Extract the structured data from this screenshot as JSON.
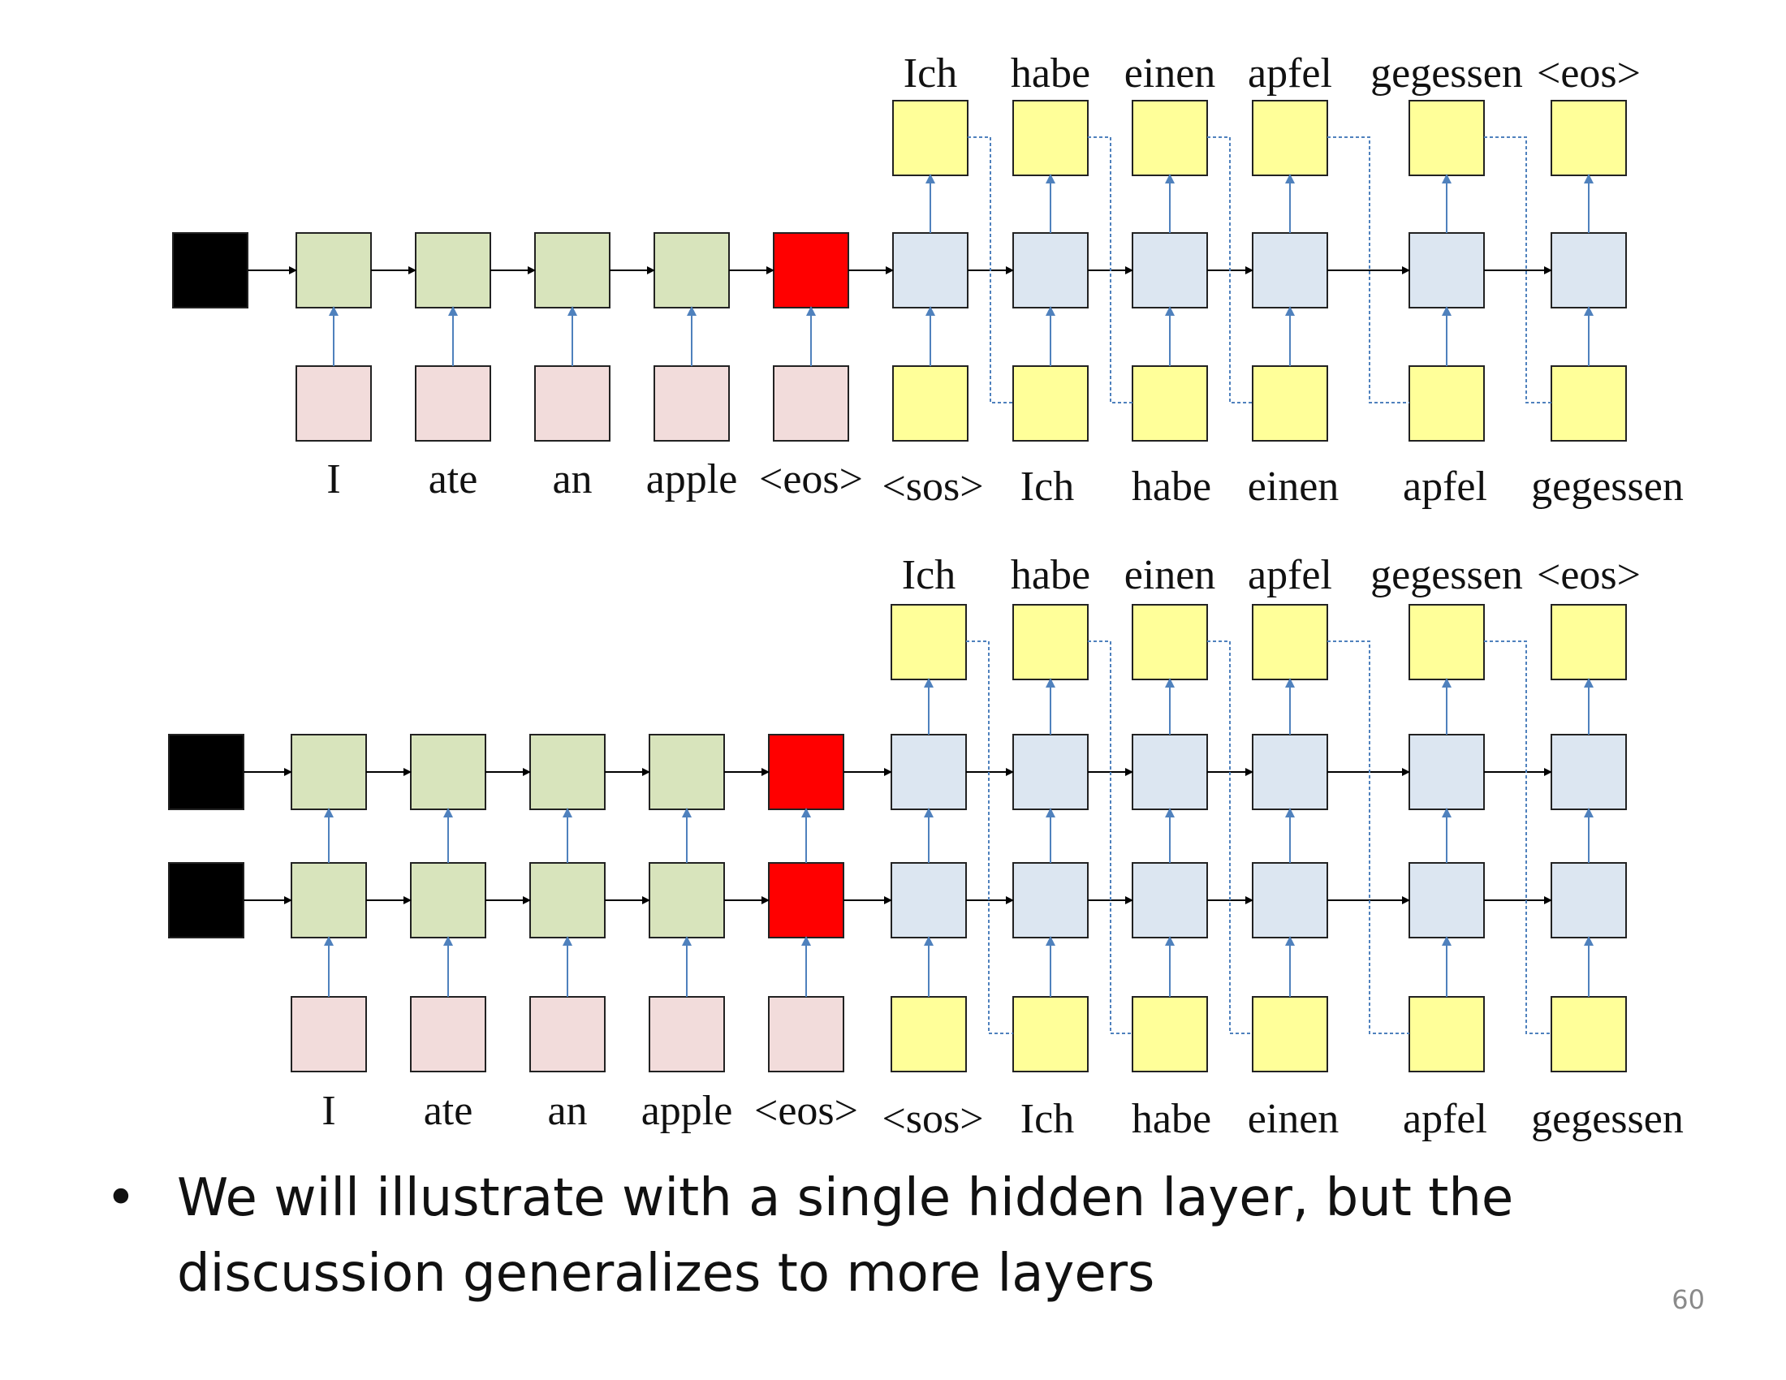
{
  "colors": {
    "start_state": "#000000",
    "encoder_state": "#d8e4bc",
    "sentence_end_state": "#ff0000",
    "decoder_state": "#dce6f1",
    "source_input": "#f2dcdb",
    "target_word": "#ffff99",
    "forward_arrow": "#000000",
    "vertical_arrow": "#4f81bd",
    "feedback_link": "#4f81bd"
  },
  "icons": {
    "bullet": "bullet-dot-icon"
  },
  "diagrams": [
    {
      "layers": 1,
      "source_words": [
        "I",
        "ate",
        "an",
        "apple",
        "<eos>"
      ],
      "decoder_input_words": [
        "<sos>",
        "Ich",
        "habe",
        "einen",
        "apfel",
        "gegessen"
      ],
      "output_words": [
        "Ich",
        "habe",
        "einen",
        "apfel",
        "gegessen",
        "<eos>"
      ]
    },
    {
      "layers": 2,
      "source_words": [
        "I",
        "ate",
        "an",
        "apple",
        "<eos>"
      ],
      "decoder_input_words": [
        "<sos>",
        "Ich",
        "habe",
        "einen",
        "apfel",
        "gegessen"
      ],
      "output_words": [
        "Ich",
        "habe",
        "einen",
        "apfel",
        "gegessen",
        "<eos>"
      ]
    }
  ],
  "bullet": {
    "marker": "•",
    "text": "We will illustrate with a single hidden layer, but the discussion generalizes to more layers"
  },
  "page_number": "60"
}
